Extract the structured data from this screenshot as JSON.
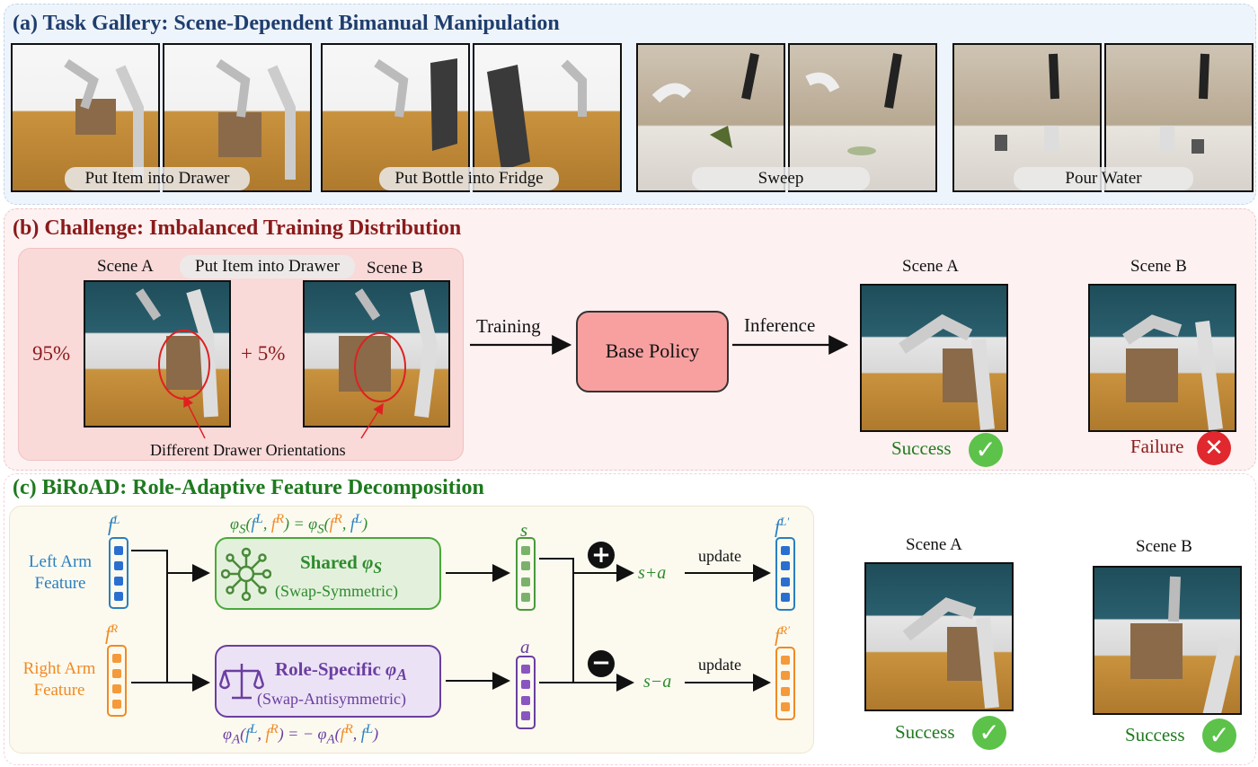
{
  "panel_a": {
    "title": "(a) Task Gallery: Scene-Dependent Bimanual Manipulation",
    "tasks": [
      "Put Item into Drawer",
      "Put Bottle into Fridge",
      "Sweep",
      "Pour Water"
    ]
  },
  "panel_b": {
    "title": "(b) Challenge: Imbalanced Training Distribution",
    "scene_a": "Scene A",
    "scene_b": "Scene B",
    "task_label": "Put Item into Drawer",
    "pct_a": "95%",
    "plus_pct_b": "+  5%",
    "annotation": "Different Drawer Orientations",
    "training": "Training",
    "base_policy": "Base Policy",
    "inference": "Inference",
    "result_scene_a": "Scene A",
    "result_scene_b": "Scene B",
    "success": "Success",
    "failure": "Failure"
  },
  "panel_c": {
    "title": "(c) BiRoAD: Role-Adaptive Feature Decomposition",
    "left_arm": "Left Arm Feature",
    "right_arm": "Right Arm Feature",
    "shared_title": "Shared",
    "shared_sub": "(Swap-Symmetric)",
    "role_title": "Role-Specific",
    "role_sub": "(Swap-Antisymmetric)",
    "s_label": "s",
    "a_label": "a",
    "s_plus_a": "s+a",
    "s_minus_a": "s−a",
    "update": "update",
    "scene_a": "Scene A",
    "scene_b": "Scene B",
    "success_a": "Success",
    "success_b": "Success"
  },
  "colors": {
    "blue": "#2a7fc0",
    "orange": "#f08a24",
    "green": "#2e8b2e",
    "purple": "#6a3fa0",
    "dark_red": "#8b1a1a",
    "base_policy_fill": "#f8a0a0"
  },
  "icons": [
    "checkmark-icon",
    "cross-icon",
    "plus-icon",
    "minus-icon",
    "network-icon",
    "scale-icon"
  ]
}
